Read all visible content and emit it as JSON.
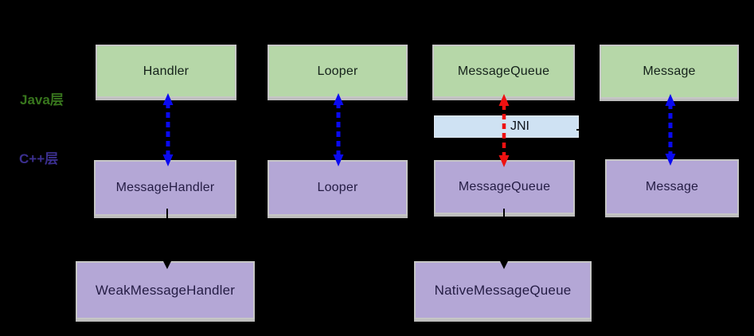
{
  "layers": {
    "java": {
      "label": "Java层"
    },
    "cpp": {
      "label": "C++层"
    }
  },
  "java_row": {
    "handler": "Handler",
    "looper": "Looper",
    "message_queue": "MessageQueue",
    "message": "Message"
  },
  "native_row": {
    "message_handler": "MessageHandler",
    "looper": "Looper",
    "message_queue": "MessageQueue",
    "message": "Message"
  },
  "bottom_row": {
    "weak_message_handler": "WeakMessageHandler",
    "native_message_queue": "NativeMessageQueue"
  },
  "jni": {
    "label": "JNI"
  },
  "colors": {
    "background": "#000000",
    "java_box_fill": "#b6d7a8",
    "native_box_fill": "#b4a7d6",
    "jni_bar_fill": "#cfe2f3",
    "box_border": "#c6c6c6",
    "java_label_text": "#38761d",
    "cpp_label_text": "#3b2f8f",
    "blue_arrow": "#0a0af0",
    "red_arrow": "#ee1111"
  }
}
